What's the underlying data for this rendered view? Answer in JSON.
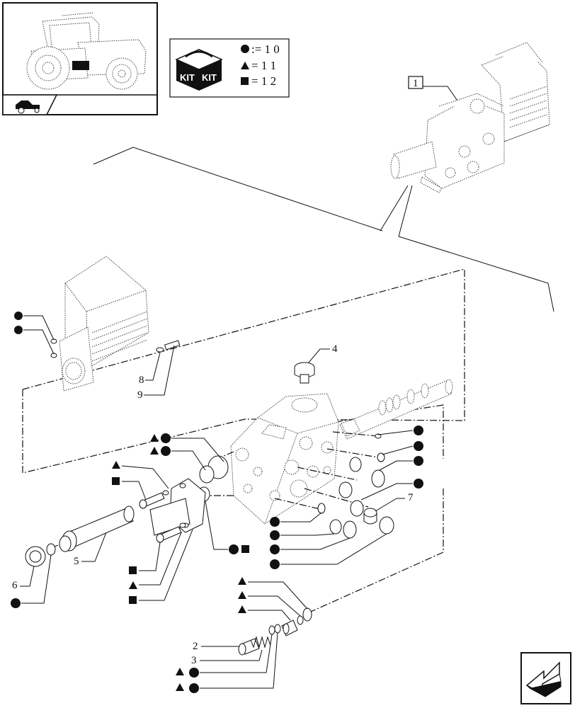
{
  "kit_legend": {
    "box_label_left": "KIT",
    "box_label_right": "KIT",
    "entries": [
      {
        "symbol": "circle",
        "value": ":= 1 0"
      },
      {
        "symbol": "triangle",
        "value": "= 1 1"
      },
      {
        "symbol": "square",
        "value": "= 1 2"
      }
    ]
  },
  "callouts": {
    "assembly": "1",
    "part_2": "2",
    "part_3": "3",
    "part_4": "4",
    "part_5": "5",
    "part_6": "6",
    "part_7": "7",
    "part_8": "8",
    "part_9": "9"
  },
  "icons": {
    "thumbnail": "tractor-thumbnail-icon",
    "kit": "kit-box-icon",
    "nav": "next-page-arrow-icon"
  },
  "colors": {
    "line": "#111111",
    "background": "#ffffff"
  }
}
